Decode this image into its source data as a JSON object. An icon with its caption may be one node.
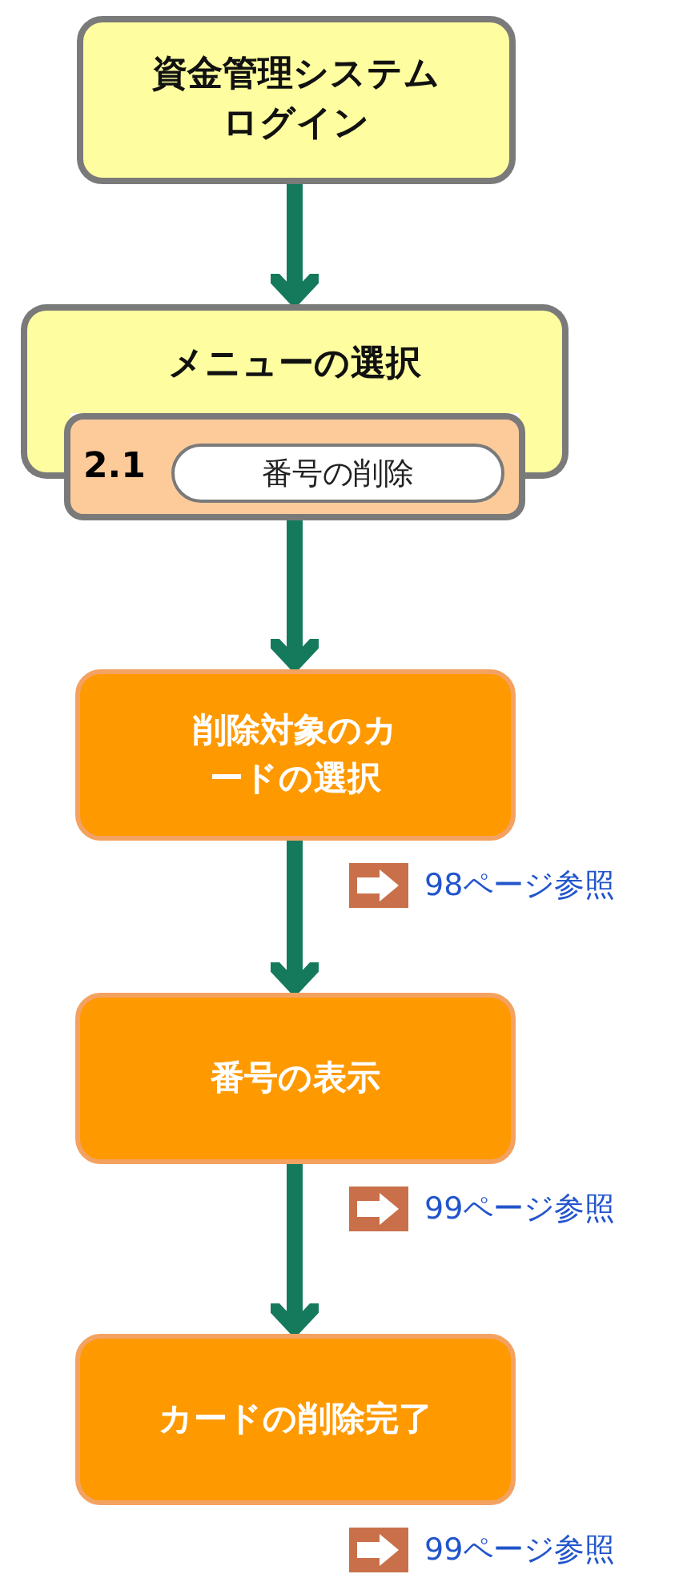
{
  "diagram": {
    "nodes": [
      {
        "text": [
          "資金管理システムログイン"
        ]
      },
      {
        "text": [
          "メニューの選択"
        ]
      },
      {
        "text": [
          "2.1"
        ]
      },
      {
        "text": [
          "番号の削除"
        ],
        "in": 2
      },
      {
        "text": [
          "削除対象のカードの選択"
        ],
        "beside": [
          "98ページ参照"
        ]
      },
      {
        "text": [
          "番号の表示"
        ],
        "beside": [
          "99ページ参照"
        ]
      },
      {
        "text": [
          "カードの削除完了"
        ],
        "beside": [
          "99ページ参照"
        ]
      }
    ],
    "edges": [
      {
        "from": 0,
        "to": 1,
        "arrow": "to"
      },
      {
        "from": 2,
        "to": 4,
        "arrow": "to"
      },
      {
        "from": 4,
        "to": 5,
        "arrow": "to"
      },
      {
        "from": 5,
        "to": 6,
        "arrow": "to"
      }
    ]
  }
}
